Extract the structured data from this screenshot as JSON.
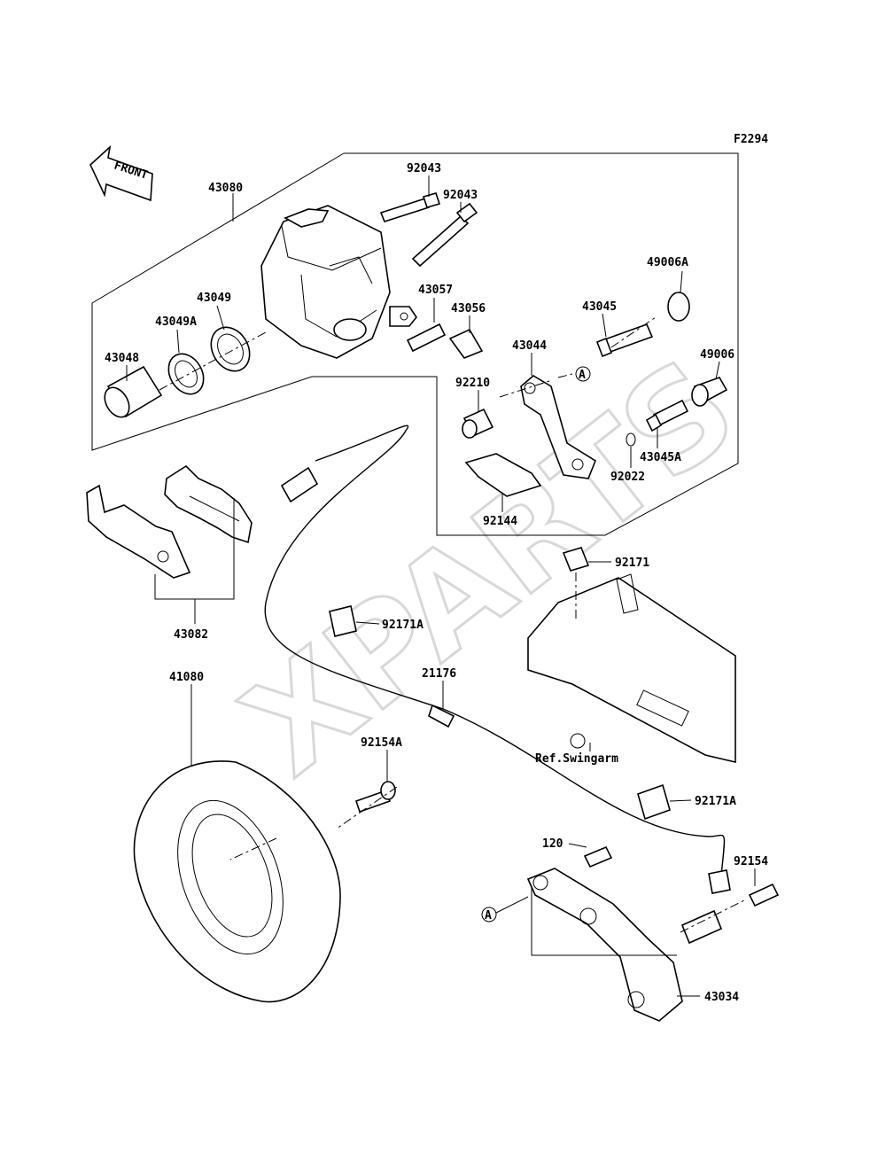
{
  "figure_code": "F2294",
  "front_label": "FRONT",
  "watermark": "XPARTS",
  "reference_text": "Ref.Swingarm",
  "ref_marker": "A",
  "parts": [
    {
      "id": "43080",
      "label": "43080"
    },
    {
      "id": "92043a",
      "label": "92043"
    },
    {
      "id": "92043b",
      "label": "92043"
    },
    {
      "id": "49006A",
      "label": "49006A"
    },
    {
      "id": "43049",
      "label": "43049"
    },
    {
      "id": "43057",
      "label": "43057"
    },
    {
      "id": "43049A",
      "label": "43049A"
    },
    {
      "id": "43056",
      "label": "43056"
    },
    {
      "id": "43045",
      "label": "43045"
    },
    {
      "id": "43048",
      "label": "43048"
    },
    {
      "id": "43044",
      "label": "43044"
    },
    {
      "id": "49006",
      "label": "49006"
    },
    {
      "id": "92210",
      "label": "92210"
    },
    {
      "id": "43045A",
      "label": "43045A"
    },
    {
      "id": "92022",
      "label": "92022"
    },
    {
      "id": "92144",
      "label": "92144"
    },
    {
      "id": "92171",
      "label": "92171"
    },
    {
      "id": "43082",
      "label": "43082"
    },
    {
      "id": "92171A_top",
      "label": "92171A"
    },
    {
      "id": "41080",
      "label": "41080"
    },
    {
      "id": "21176",
      "label": "21176"
    },
    {
      "id": "92154A",
      "label": "92154A"
    },
    {
      "id": "92171A_bot",
      "label": "92171A"
    },
    {
      "id": "120",
      "label": "120"
    },
    {
      "id": "92154",
      "label": "92154"
    },
    {
      "id": "43034",
      "label": "43034"
    }
  ]
}
